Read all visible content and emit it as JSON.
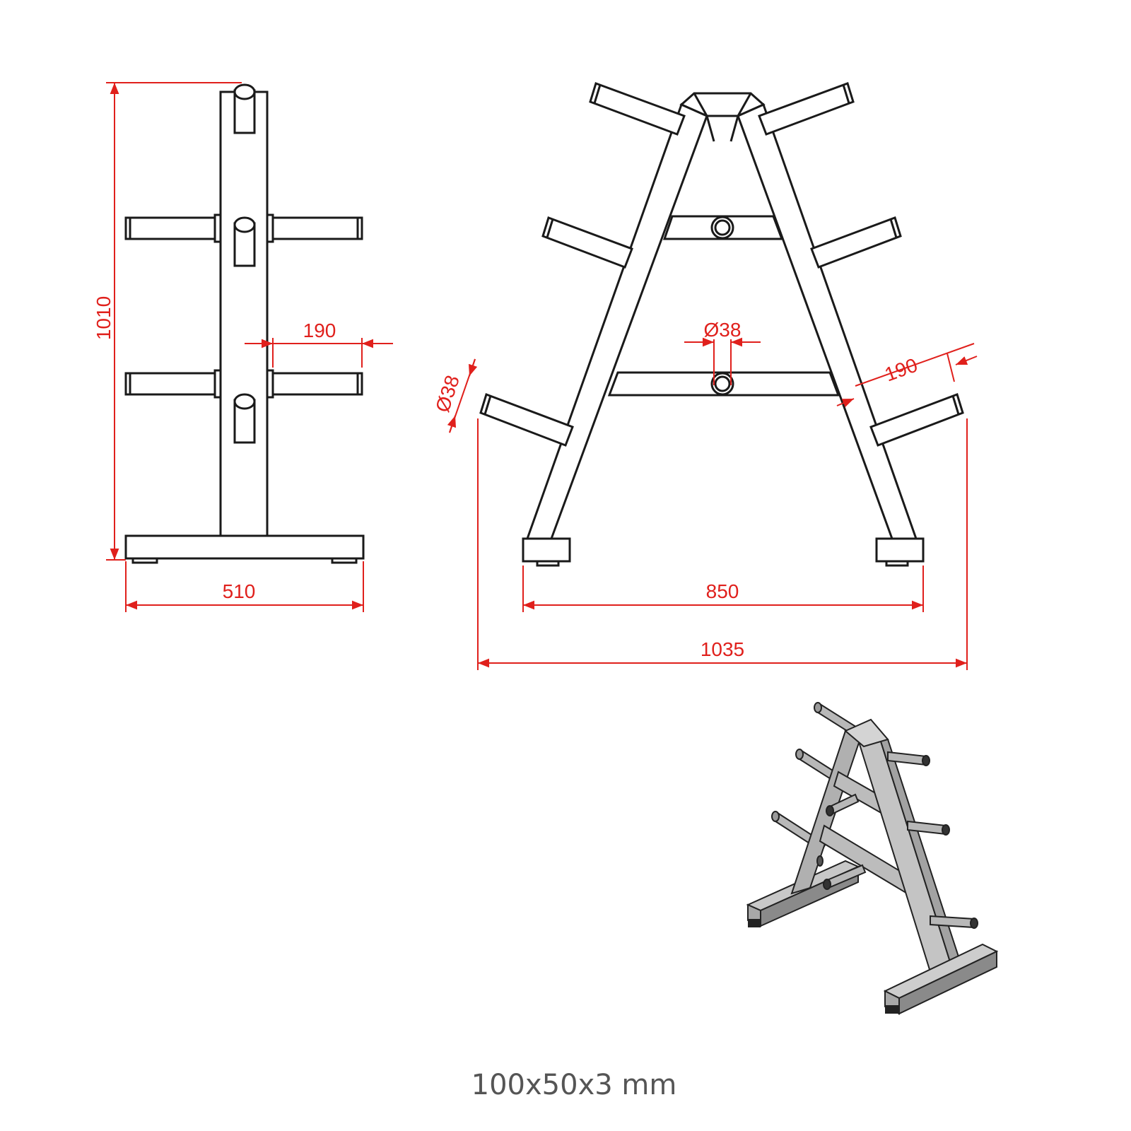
{
  "colors": {
    "line": "#1a1a1a",
    "dimension": "#e0201c",
    "caption": "#555555",
    "iso_light": "#c8c8c8",
    "iso_mid": "#a8a8a8",
    "iso_dark": "#8a8a8a"
  },
  "side_view": {
    "height_dim": "1010",
    "peg_length_dim": "190",
    "base_width_dim": "510"
  },
  "front_view": {
    "hole_diameter_dim": "Ø38",
    "peg_diameter_dim": "Ø38",
    "peg_length_dim": "190",
    "feet_span_dim": "850",
    "overall_width_dim": "1035"
  },
  "caption": "100x50x3 mm"
}
